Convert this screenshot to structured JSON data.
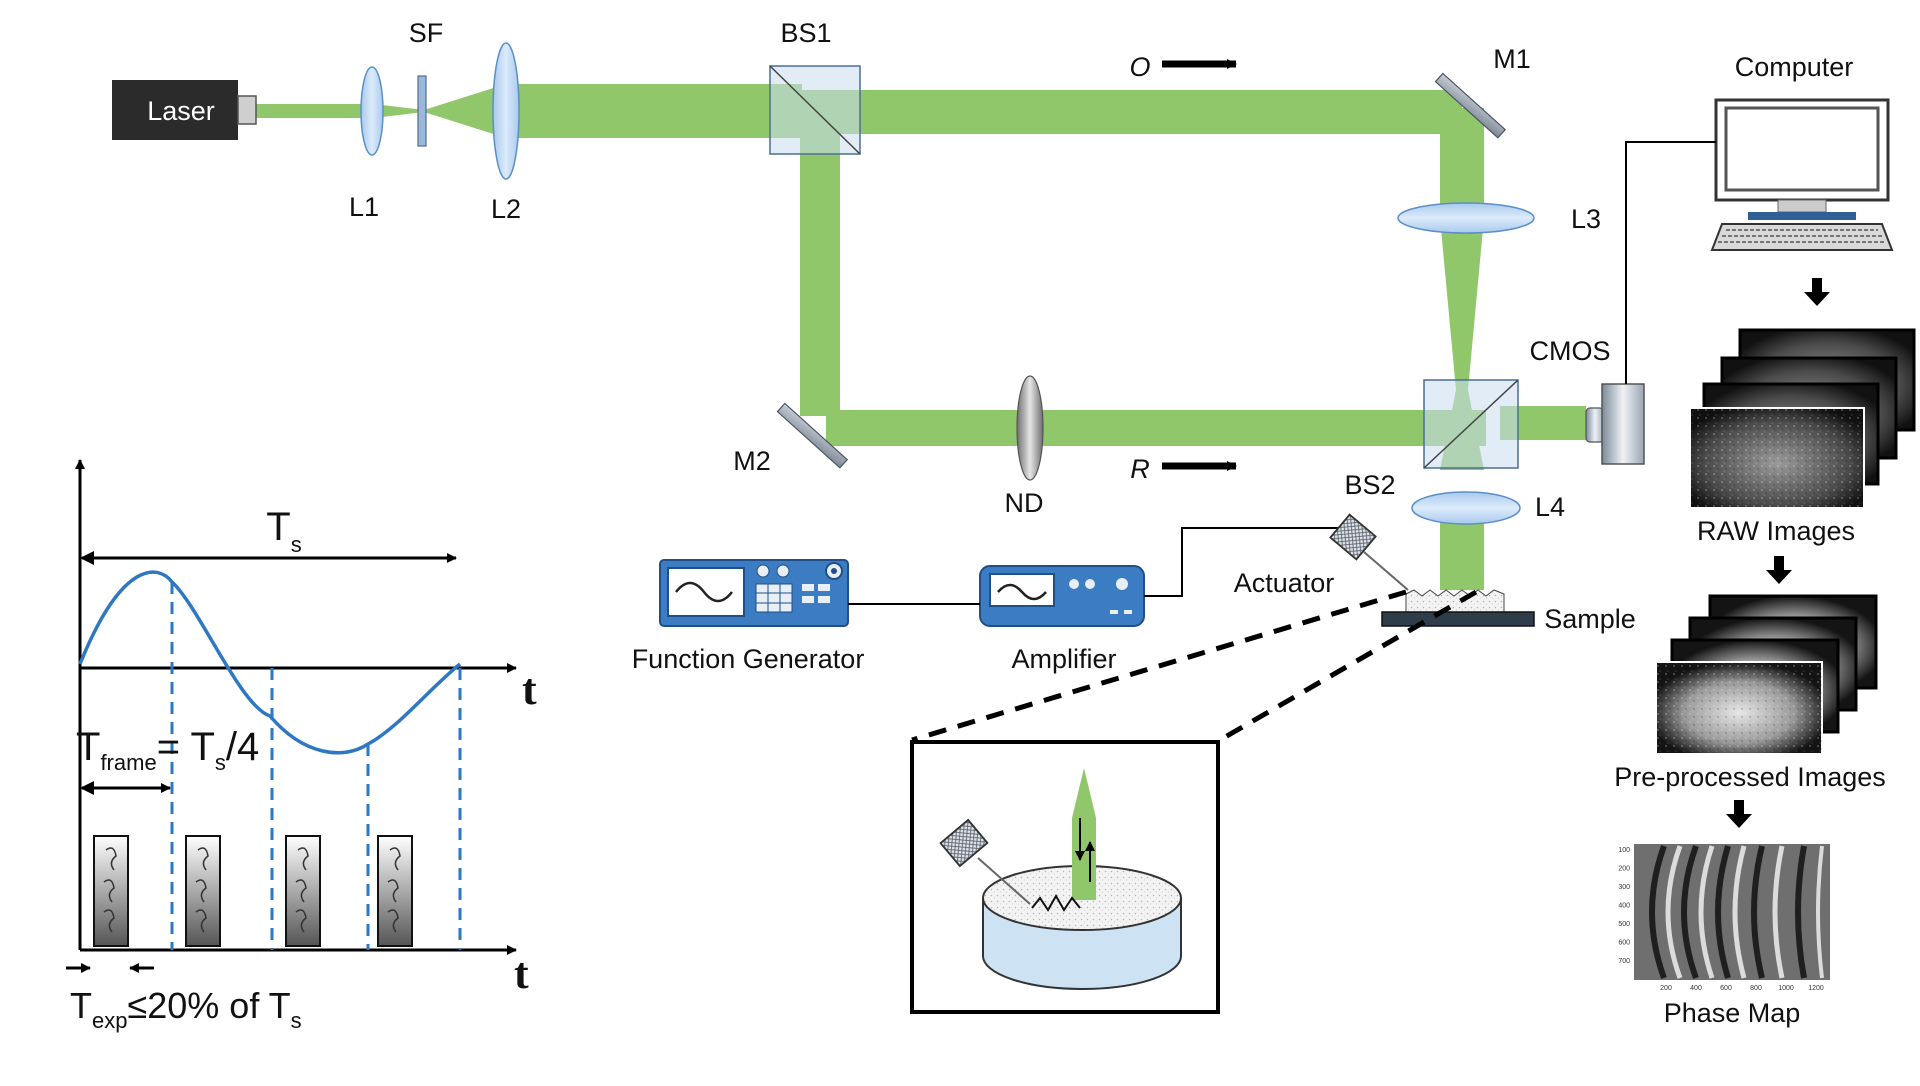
{
  "colors": {
    "beam": "#90c76b",
    "beam_dark": "#6fb04a",
    "lens": "#c9dff5",
    "lens_edge": "#5b8fc7",
    "device_blue": "#3b7cc3",
    "wave": "#2f77c2",
    "box_dark": "#2b2b2b"
  },
  "labels": {
    "laser": "Laser",
    "sf": "SF",
    "l1": "L1",
    "l2": "L2",
    "bs1": "BS1",
    "m1": "M1",
    "m2": "M2",
    "l3": "L3",
    "l4": "L4",
    "nd": "ND",
    "bs2": "BS2",
    "cmos": "CMOS",
    "o_beam": "O",
    "r_beam": "R",
    "computer": "Computer",
    "function_generator": "Function Generator",
    "amplifier": "Amplifier",
    "actuator": "Actuator",
    "sample": "Sample",
    "raw_images": "RAW Images",
    "preprocessed_images": "Pre-processed Images",
    "phase_map": "Phase Map"
  },
  "timing": {
    "ts_main": "T",
    "ts_sub": "s",
    "t_axis": "t",
    "tframe_main": "T",
    "tframe_sub": "frame",
    "tframe_eq": "= T",
    "tframe_eq_sub": "s",
    "tframe_tail": "/4",
    "texp_main": "T",
    "texp_sub": "exp",
    "texp_mid": "≤20% of T",
    "texp_end_sub": "s"
  },
  "phase_map_axes": {
    "y_ticks": [
      "100",
      "200",
      "300",
      "400",
      "500",
      "600",
      "700"
    ],
    "x_ticks": [
      "200",
      "400",
      "600",
      "800",
      "1000",
      "1200"
    ]
  },
  "icons": {
    "laser": "laser-box",
    "computer": "computer-monitor-icon",
    "keyboard": "keyboard-icon",
    "function_generator": "function-generator-icon",
    "amplifier": "amplifier-icon",
    "actuator": "actuator-icon",
    "camera": "cmos-camera-icon"
  }
}
